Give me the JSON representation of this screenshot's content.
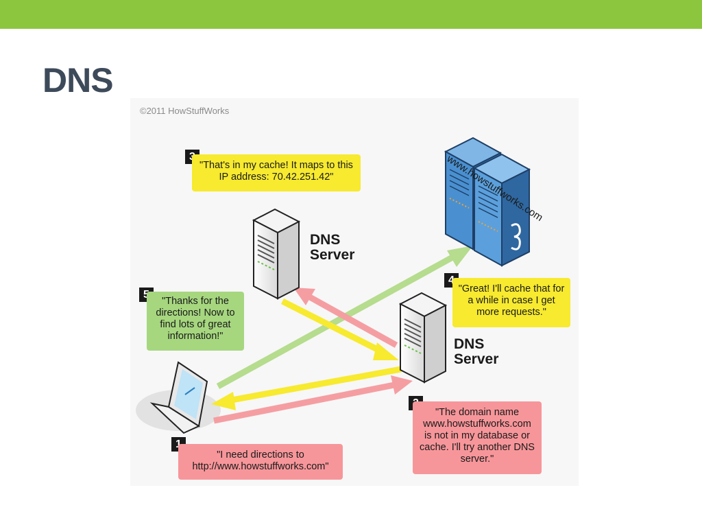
{
  "slide": {
    "title": "DNS"
  },
  "figure": {
    "credit": "©2011 HowStuffWorks",
    "domain": "www.howstuffworks.com",
    "dns_server_label": "DNS Server",
    "colors": {
      "accent_bar": "#8cc63f",
      "yellow": "#f7ea2f",
      "green": "#a6d77f",
      "pink": "#f7969a",
      "server_blue": "#4a90d0"
    },
    "steps": [
      {
        "number": "1",
        "text": "\"I need directions to http://www.howstuffworks.com\""
      },
      {
        "number": "2",
        "text": "\"The domain name www.howstuffworks.com is not in my database or cache. I'll try another DNS server.\""
      },
      {
        "number": "3",
        "text": "\"That's in my cache! It maps to this IP address: 70.42.251.42\""
      },
      {
        "number": "4",
        "text": "\"Great! I'll cache that for a while in case I get more requests.\""
      },
      {
        "number": "5",
        "text": "\"Thanks for the directions! Now to find lots of great information!\""
      }
    ]
  }
}
